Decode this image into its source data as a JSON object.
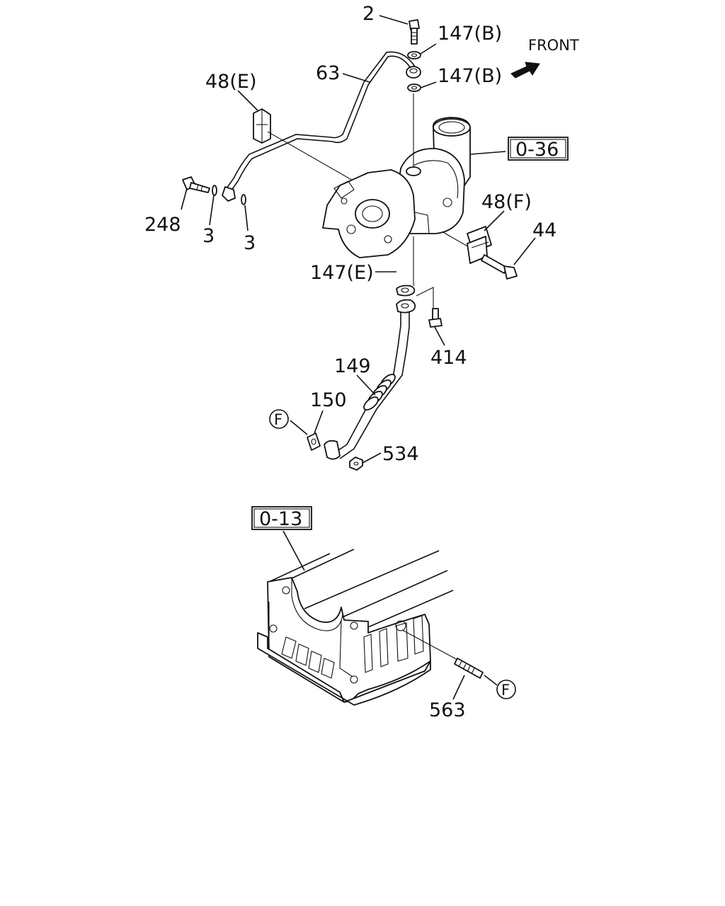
{
  "diagram": {
    "front_label": "FRONT",
    "refs": {
      "turbo": "0-36",
      "block": "0-13"
    },
    "callouts": {
      "p2": "2",
      "p147b_top": "147(B)",
      "p147b_bottom": "147(B)",
      "p63": "63",
      "p48e": "48(E)",
      "p248": "248",
      "p3_left": "3",
      "p3_right": "3",
      "p48f": "48(F)",
      "p44": "44",
      "p147e": "147(E)",
      "p414": "414",
      "p149": "149",
      "p150": "150",
      "p534": "534",
      "p563": "563"
    },
    "markers": {
      "f_upper": "F",
      "f_lower": "F"
    },
    "icons": {
      "front_arrow": "front-arrow-icon",
      "circle_marker": "circle-f-marker-icon"
    }
  }
}
